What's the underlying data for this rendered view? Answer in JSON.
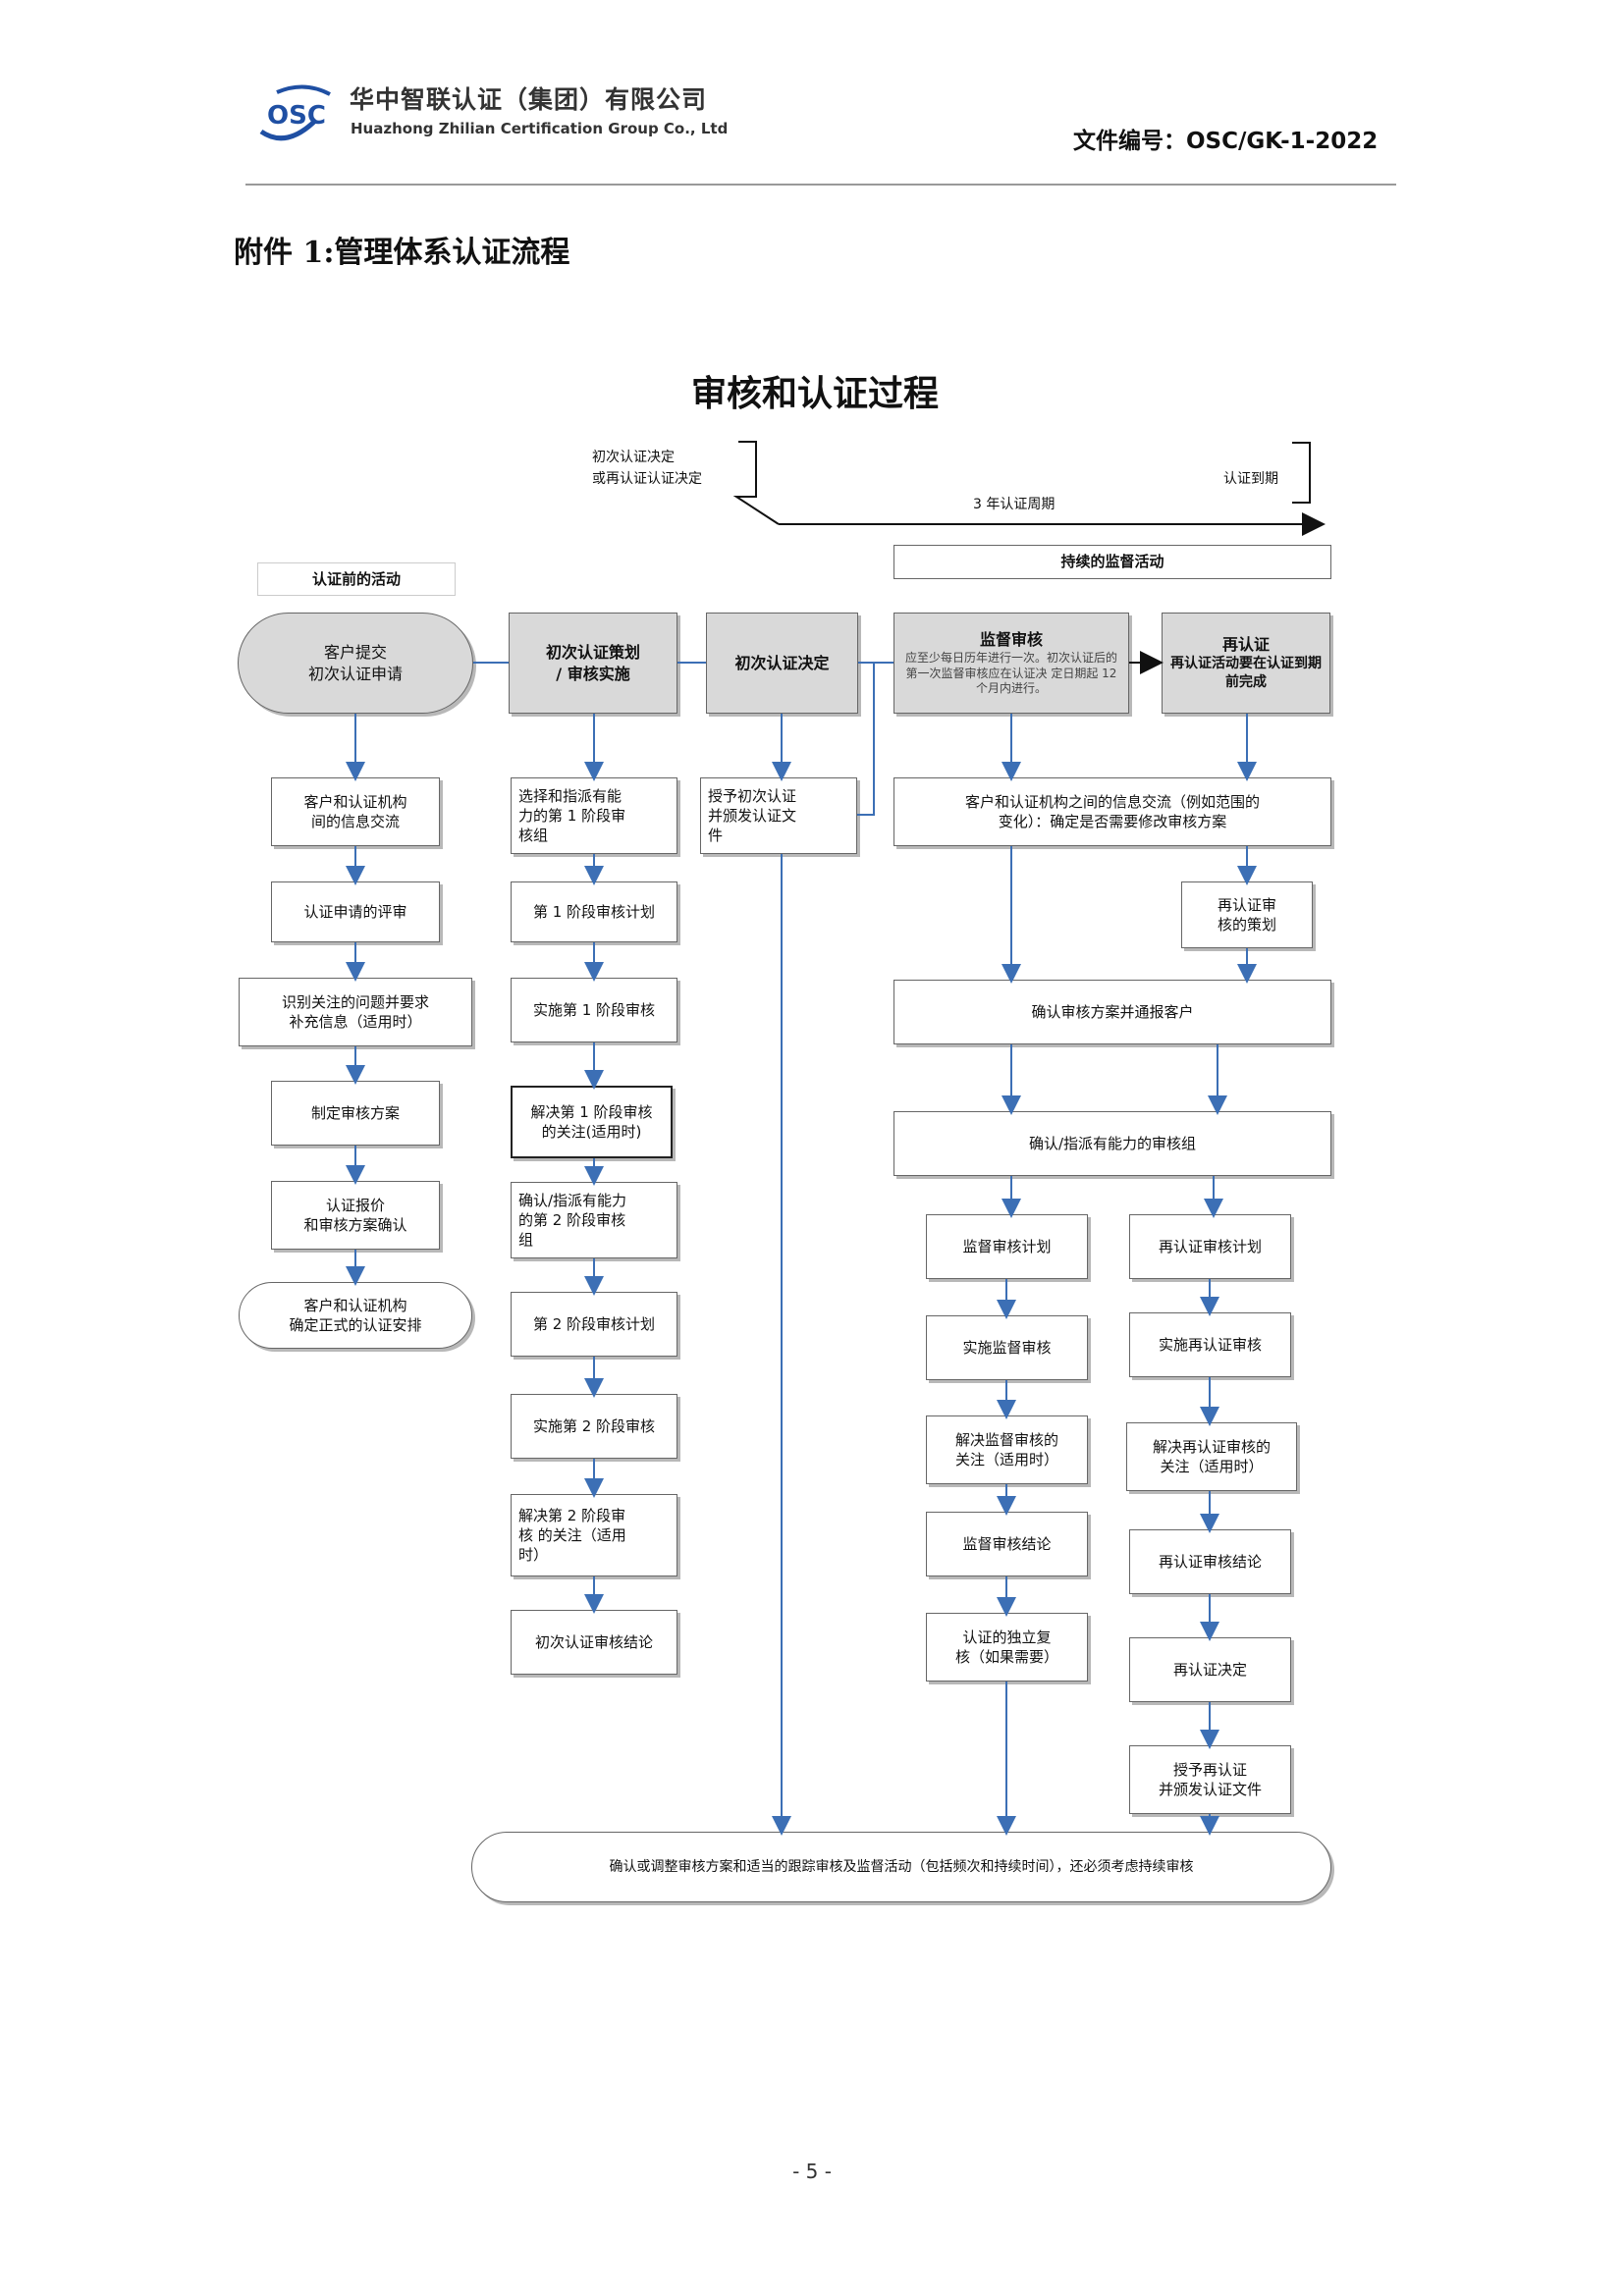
{
  "header": {
    "logo_text": "OSC",
    "company_cn": "华中智联认证（集团）有限公司",
    "company_en": "Huazhong Zhilian Certification Group Co., Ltd",
    "doc_no": "文件编号：OSC/GK-1-2022"
  },
  "appendix_title": "附件 1:管理体系认证流程",
  "diagram": {
    "title": "审核和认证过程",
    "timeline": {
      "start_label": "初次认证决定\n或再认证认证决定",
      "end_label": "认证到期",
      "cycle_label": "3 年认证周期"
    },
    "pre_activities_label": "认证前的活动",
    "ongoing_label": "持续的监督活动",
    "heads": {
      "apply": "客户提交\n初次认证申请",
      "plan": "初次认证策划\n/ 审核实施",
      "decision": "初次认证决定",
      "surveillance_title": "监督审核",
      "surveillance_note": "应至少每日历年进行一次。初次认证后的第一次监督审核应在认证决 定日期起 12 个月内进行。",
      "recert_title": "再认证",
      "recert_note": "再认证活动要在认证到期前完成"
    },
    "col1": [
      "客户和认证机构\n间的信息交流",
      "认证申请的评审",
      "识别关注的问题并要求\n补充信息（适用时）",
      "制定审核方案",
      "认证报价\n和审核方案确认",
      "客户和认证机构\n确定正式的认证安排"
    ],
    "col2": [
      "选择和指派有能\n力的第 1 阶段审\n核组",
      "第 1 阶段审核计划",
      "实施第 1 阶段审核",
      "解决第 1 阶段审核\n的关注(适用时)",
      "确认/指派有能力\n的第 2 阶段审核\n组",
      "第 2 阶段审核计划",
      "实施第 2 阶段审核",
      "解决第 2 阶段审\n核 的关注（适用\n时）",
      "初次认证审核结论"
    ],
    "col3": [
      "授予初次认证\n并颁发认证文\n件"
    ],
    "right_common": [
      "客户和认证机构之间的信息交流（例如范围的\n变化）：确定是否需要修改审核方案",
      "再认证审\n核的策划",
      "确认审核方案并通报客户",
      "确认/指派有能力的审核组"
    ],
    "col4": [
      "监督审核计划",
      "实施监督审核",
      "解决监督审核的\n关注（适用时）",
      "监督审核结论",
      "认证的独立复\n核（如果需要）"
    ],
    "col5": [
      "再认证审核计划",
      "实施再认证审核",
      "解决再认证审核的\n关注（适用时）",
      "再认证审核结论",
      "再认证决定",
      "授予再认证\n并颁发认证文件"
    ],
    "bottom": "确认或调整审核方案和适当的跟踪审核及监督活动（包括频次和持续时间），还必须考虑持续审核"
  },
  "footer": {
    "page_no": "- 5 -"
  }
}
